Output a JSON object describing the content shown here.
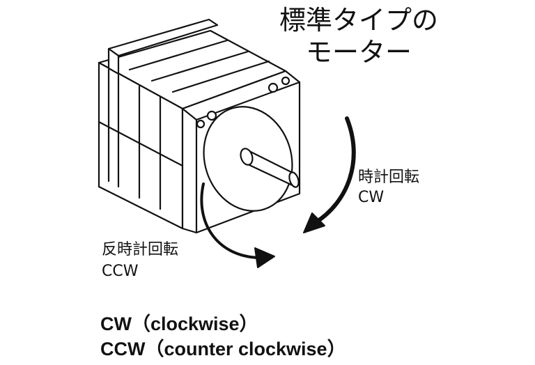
{
  "title": {
    "line1": "標準タイプの",
    "line2": "モーター"
  },
  "cw_label": {
    "jp": "時計回転",
    "en": "CW"
  },
  "ccw_label": {
    "jp": "反時計回転",
    "en": "CCW"
  },
  "legend": {
    "cw": "CW（clockwise）",
    "ccw": "CCW（counter clockwise）"
  },
  "colors": {
    "ink": "#111111",
    "background": "#ffffff"
  }
}
